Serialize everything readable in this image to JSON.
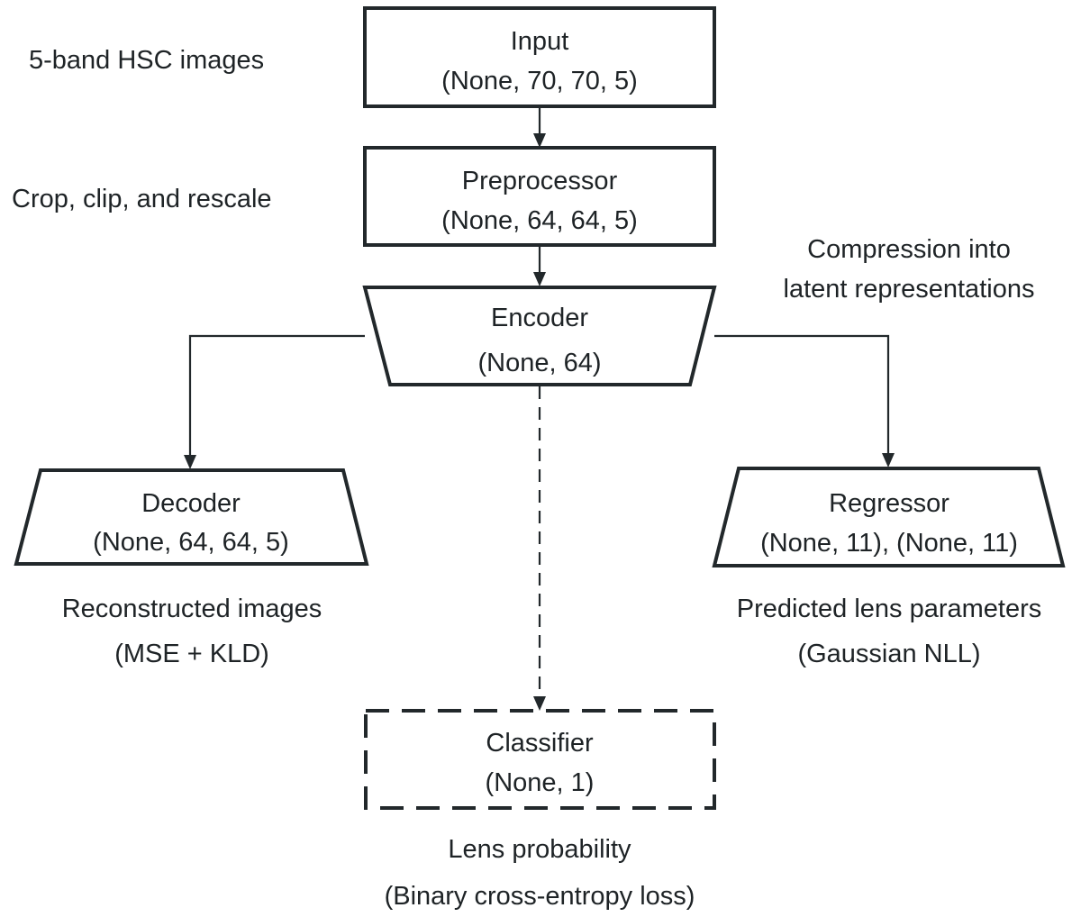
{
  "diagram": {
    "nodes": {
      "input": {
        "title": "Input",
        "shape": "(None, 70, 70, 5)"
      },
      "preprocessor": {
        "title": "Preprocessor",
        "shape": "(None, 64, 64, 5)"
      },
      "encoder": {
        "title": "Encoder",
        "shape": "(None, 64)"
      },
      "decoder": {
        "title": "Decoder",
        "shape": "(None, 64, 64, 5)"
      },
      "regressor": {
        "title": "Regressor",
        "shape": "(None, 11), (None, 11)"
      },
      "classifier": {
        "title": "Classifier",
        "shape": "(None, 1)"
      }
    },
    "annotations": {
      "input": "5-band HSC images",
      "preprocessor": "Crop, clip, and rescale",
      "encoder_line1": "Compression into",
      "encoder_line2": "latent representations",
      "decoder_line1": "Reconstructed images",
      "decoder_line2": "(MSE + KLD)",
      "regressor_line1": "Predicted lens parameters",
      "regressor_line2": "(Gaussian NLL)",
      "classifier_line1": "Lens probability",
      "classifier_line2": "(Binary cross-entropy loss)"
    },
    "edges": [
      {
        "from": "input",
        "to": "preprocessor",
        "style": "solid"
      },
      {
        "from": "preprocessor",
        "to": "encoder",
        "style": "solid"
      },
      {
        "from": "encoder",
        "to": "decoder",
        "style": "solid"
      },
      {
        "from": "encoder",
        "to": "regressor",
        "style": "solid"
      },
      {
        "from": "encoder",
        "to": "classifier",
        "style": "dashed"
      }
    ]
  }
}
